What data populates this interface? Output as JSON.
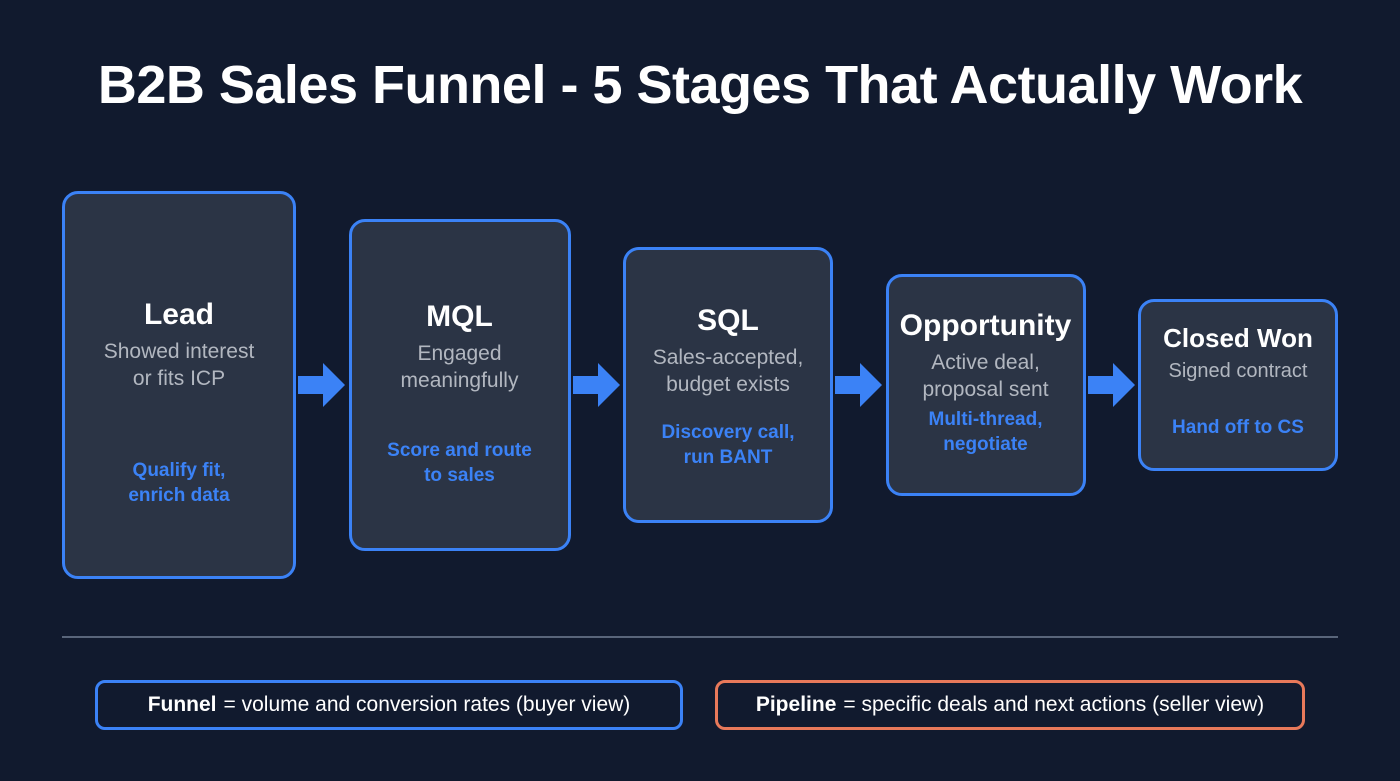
{
  "title": "B2B Sales Funnel - 5 Stages That Actually Work",
  "theme": {
    "background": "#111a2e",
    "card_fill": "#2b3445",
    "card_border": "#3b82f6",
    "accent_blue": "#3b82f6",
    "accent_orange": "#e8795a",
    "title_color": "#ffffff",
    "desc_color": "#b2b7c0",
    "divider_color": "#59657a"
  },
  "stages": [
    {
      "title": "Lead",
      "desc": "Showed interest\nor fits ICP",
      "desc_line1": "Showed interest",
      "desc_line2": "or fits ICP",
      "action_line1": "Qualify fit,",
      "action_line2": "enrich data"
    },
    {
      "title": "MQL",
      "desc_line1": "Engaged",
      "desc_line2": "meaningfully",
      "action_line1": "Score and route",
      "action_line2": "to sales"
    },
    {
      "title": "SQL",
      "desc_line1": "Sales-accepted,",
      "desc_line2": "budget exists",
      "action_line1": "Discovery call,",
      "action_line2": "run BANT"
    },
    {
      "title": "Opportunity",
      "desc_line1": "Active deal,",
      "desc_line2": "proposal sent",
      "action_line1": "Multi-thread,",
      "action_line2": "negotiate"
    },
    {
      "title": "Closed Won",
      "desc_line1": "Signed contract",
      "desc_line2": "",
      "action_line1": "Hand off to CS",
      "action_line2": ""
    }
  ],
  "arrows": [
    {
      "name": "arrow-lead-to-mql"
    },
    {
      "name": "arrow-mql-to-sql"
    },
    {
      "name": "arrow-sql-to-opportunity"
    },
    {
      "name": "arrow-opportunity-to-closed-won"
    }
  ],
  "legend": [
    {
      "term": "Funnel",
      "definition": "= volume and conversion rates (buyer view)",
      "border_color": "#3b82f6"
    },
    {
      "term": "Pipeline",
      "definition": "= specific deals and next actions (seller view)",
      "border_color": "#e8795a"
    }
  ]
}
